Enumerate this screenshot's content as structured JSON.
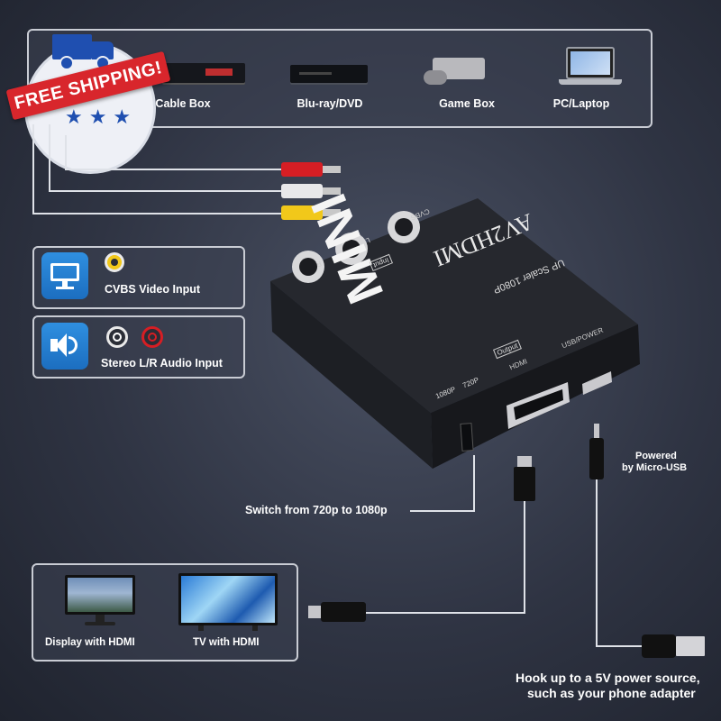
{
  "promo": {
    "badge_text": "FREE SHIPPING!",
    "stars": "★ ★ ★"
  },
  "sources": [
    {
      "label": "Cable Box",
      "icon": "cable-box-icon"
    },
    {
      "label": "Blu-ray/DVD",
      "icon": "bluray-player-icon"
    },
    {
      "label": "Game Box",
      "icon": "game-console-icon"
    },
    {
      "label": "PC/Laptop",
      "icon": "laptop-icon"
    }
  ],
  "inputs": {
    "video": {
      "label": "CVBS Video Input",
      "icon": "monitor-icon"
    },
    "audio": {
      "label": "Stereo L/R Audio Input",
      "icon": "speaker-icon"
    }
  },
  "device": {
    "brand": "MINI",
    "model": "AV2HDMI",
    "subtitle": "UP Scaler 1080P",
    "port_cvbs": "CVBS",
    "port_l": "L",
    "port_r": "R",
    "port_input": "Input",
    "port_output": "Output",
    "port_hdmi": "HDMI",
    "port_usb": "USB/POWER",
    "switch_1080": "1080P",
    "switch_720": "720P"
  },
  "callouts": {
    "switch": "Switch from 720p to 1080p",
    "powered_line1": "Powered",
    "powered_line2": "by Micro-USB",
    "hookup_line1": "Hook up to a 5V power source,",
    "hookup_line2": "such as your phone adapter"
  },
  "outputs": [
    {
      "label": "Display with HDMI",
      "icon": "desktop-display-icon"
    },
    {
      "label": "TV with HDMI",
      "icon": "tv-icon"
    }
  ],
  "colors": {
    "accent_blue": "#2a86d8",
    "badge_red": "#d8262c",
    "badge_blue": "#1f4fb0"
  }
}
